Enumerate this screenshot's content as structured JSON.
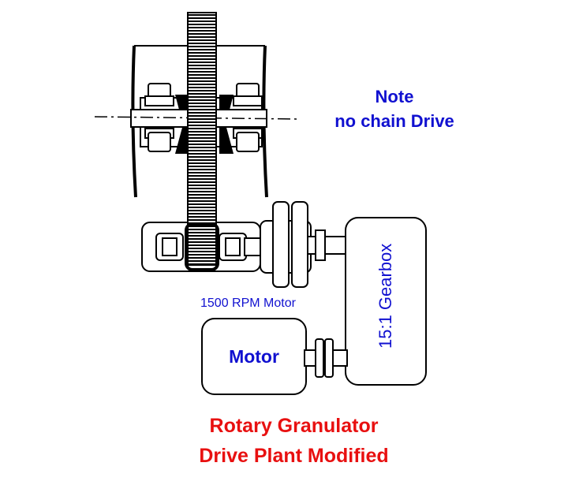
{
  "note": {
    "line1": "Note",
    "line2": "no chain Drive"
  },
  "motor": {
    "label": "Motor",
    "rpm_label": "1500 RPM Motor"
  },
  "gearbox": {
    "label": "15:1 Gearbox"
  },
  "caption": {
    "line1": "Rotary Granulator",
    "line2": "Drive Plant Modified"
  },
  "colors": {
    "note": "#1010d0",
    "caption": "#e81010",
    "lines": "#000000",
    "fill": "#ffffff"
  }
}
